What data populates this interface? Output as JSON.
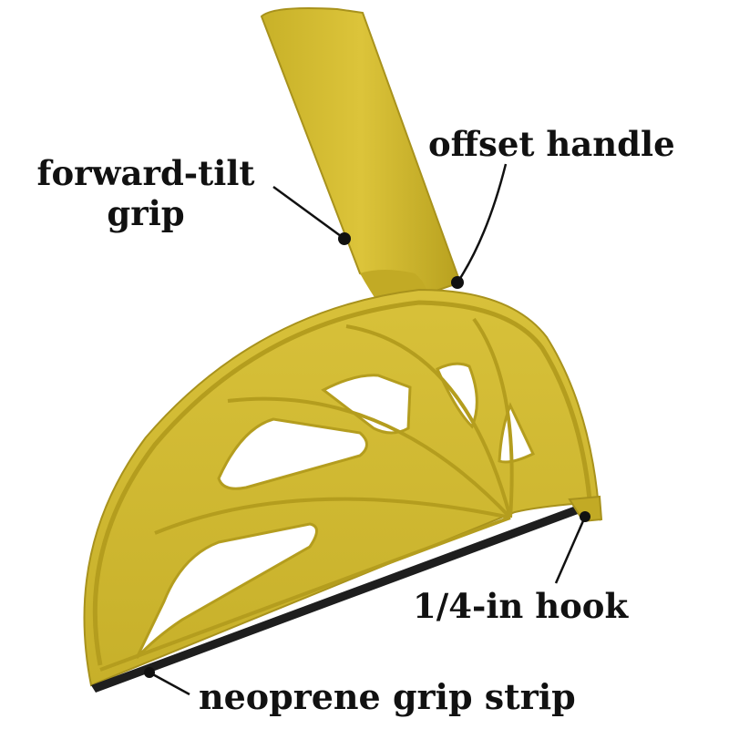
{
  "labels": {
    "grip_line1": "forward-tilt",
    "grip_line2": "grip",
    "handle": "offset handle",
    "hook": "1/4-in hook",
    "strip": "neoprene grip strip"
  },
  "colors": {
    "body": "#d3bc2f",
    "body_shade": "#b49d1e",
    "body_highlight": "#e3d05a",
    "strip": "#1e1e1e",
    "leader": "#111111"
  }
}
